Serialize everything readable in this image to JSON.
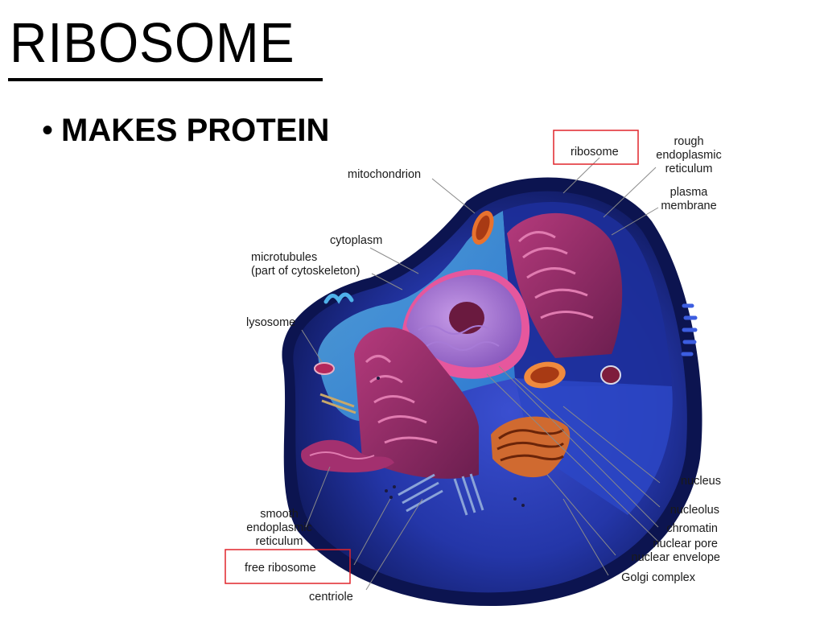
{
  "slide": {
    "title": "RIBOSOME",
    "bullet_mark": "•",
    "bullet_text": "MAKES PROTEIN"
  },
  "diagram": {
    "highlight_color": "#e0252b",
    "labels": {
      "ribosome": "ribosome",
      "rough_er": [
        "rough",
        "endoplasmic",
        "reticulum"
      ],
      "mitochondrion": "mitochondrion",
      "plasma_membrane": [
        "plasma",
        "membrane"
      ],
      "cytoplasm": "cytoplasm",
      "microtubules": [
        "microtubules",
        "(part of cytoskeleton)"
      ],
      "lysosome": "lysosome",
      "nucleus": "nucleus",
      "nucleolus": "nucleolus",
      "chromatin": "chromatin",
      "nuclear_pore": "nuclear pore",
      "nuclear_envelope": "nuclear envelope",
      "golgi_complex": "Golgi complex",
      "smooth_er": [
        "smooth",
        "endoplasmic",
        "reticulum"
      ],
      "free_ribosome": "free ribosome",
      "centriole": "centriole"
    },
    "highlighted": [
      "ribosome",
      "free ribosome"
    ]
  }
}
